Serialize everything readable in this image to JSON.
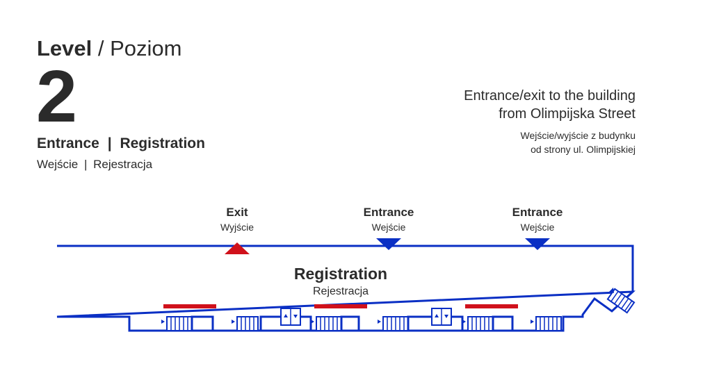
{
  "level": {
    "label_en": "Level",
    "separator": " / ",
    "label_pl": "Poziom",
    "number": "2"
  },
  "section": {
    "title_en": "Entrance",
    "title_divider": "|",
    "title_en_2": "Registration",
    "subtitle_pl": "Wejście",
    "subtitle_divider": "|",
    "subtitle_pl_2": "Rejestracja"
  },
  "entrance_note": {
    "line1_en": "Entrance/exit to the building",
    "line2_en": "from Olimpijska Street",
    "line1_pl": "Wejście/wyjście z budynku",
    "line2_pl": "od strony ul. Olimpijskiej"
  },
  "doors": [
    {
      "label_en": "Exit",
      "label_pl": "Wyjście",
      "kind": "exit",
      "color": "#d0111b"
    },
    {
      "label_en": "Entrance",
      "label_pl": "Wejście",
      "kind": "entrance",
      "color": "#0a2fc4"
    },
    {
      "label_en": "Entrance",
      "label_pl": "Wejście",
      "kind": "entrance",
      "color": "#0a2fc4"
    }
  ],
  "registration": {
    "label_en": "Registration",
    "label_pl": "Rejestracja"
  },
  "colors": {
    "wall": "#0a2fc4",
    "registration_desk": "#d0111b",
    "text": "#2b2b2b"
  },
  "icons": [
    "stairs-icon",
    "elevator-icon",
    "exit-arrow-icon",
    "entrance-arrow-icon"
  ]
}
